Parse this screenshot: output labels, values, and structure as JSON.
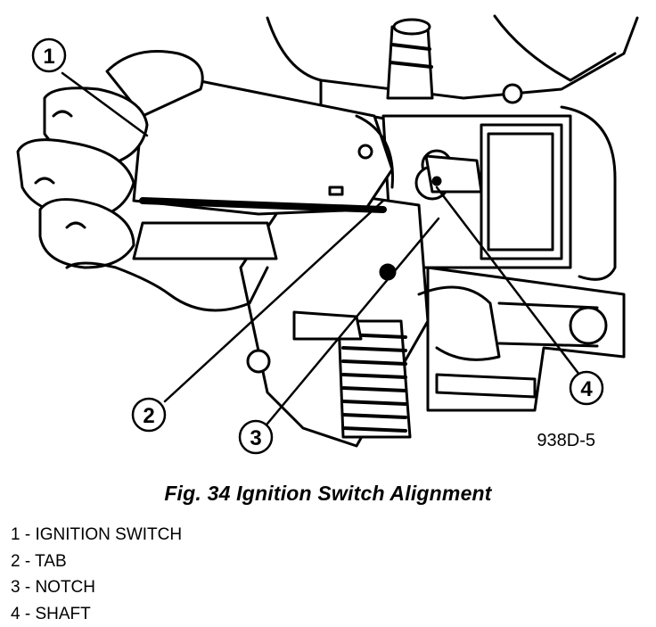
{
  "figure": {
    "code": "938D-5",
    "callouts": [
      "1",
      "2",
      "3",
      "4"
    ]
  },
  "caption": "Fig. 34 Ignition Switch Alignment",
  "legend": [
    "1 - IGNITION SWITCH",
    "2 - TAB",
    "3 - NOTCH",
    "4 - SHAFT"
  ]
}
